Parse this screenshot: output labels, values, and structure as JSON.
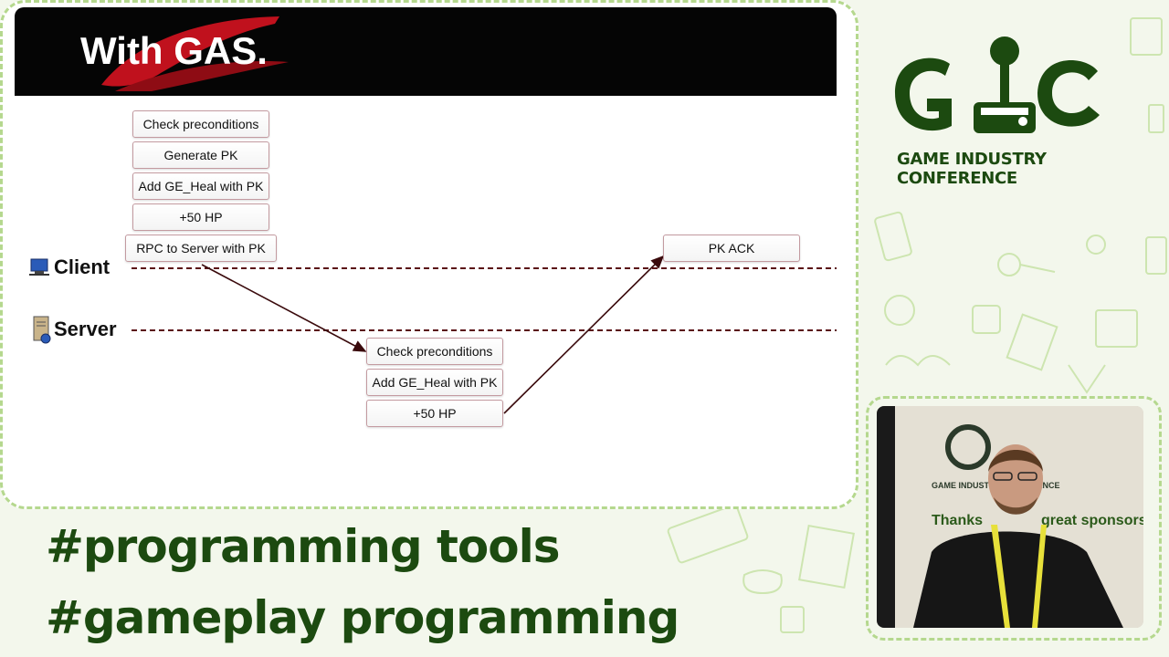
{
  "slide": {
    "title": "With GAS.",
    "client_label": "Client",
    "server_label": "Server",
    "client_steps": [
      "Check preconditions",
      "Generate PK",
      "Add GE_Heal with PK",
      "+50 HP",
      "RPC to Server with PK"
    ],
    "server_steps": [
      "Check preconditions",
      "Add GE_Heal with PK",
      "+50 HP"
    ],
    "ack_label": "PK ACK"
  },
  "hashtags": [
    "#programming tools",
    "#gameplay programming"
  ],
  "logo": {
    "mark": "GIC",
    "subtitle": "GAME INDUSTRY CONFERENCE"
  },
  "camera": {
    "backdrop_text": "Thanks",
    "backdrop_text2": "great sponsors",
    "backdrop_sub": "GAME INDUSTRY CONFERENCE"
  },
  "colors": {
    "brand_green": "#1c4a10",
    "accent_light_green": "#b5d88e",
    "header_red": "#c0111d",
    "lane_line": "#5a0f14"
  }
}
